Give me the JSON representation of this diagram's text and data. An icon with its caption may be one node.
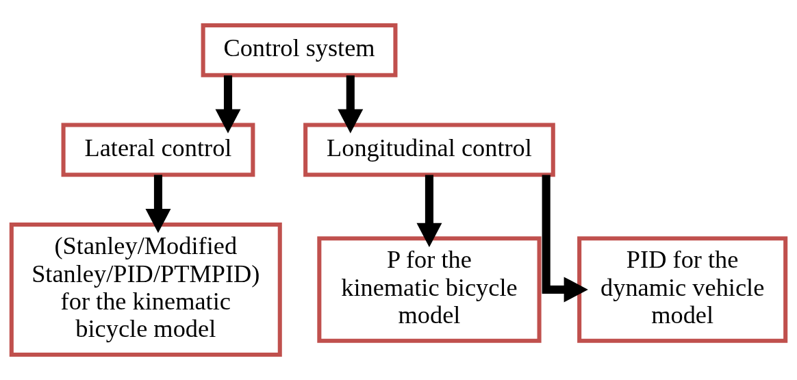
{
  "diagram": {
    "nodes": [
      {
        "text": [
          "Control system"
        ]
      },
      {
        "text": [
          "Lateral control"
        ]
      },
      {
        "text": [
          "Longitudinal control"
        ]
      },
      {
        "text": [
          "(Stanley/Modified Stanley/PID/PTMPID) for the kinematic bicycle model"
        ]
      },
      {
        "text": [
          "P for the kinematic bicycle model"
        ]
      },
      {
        "text": [
          "PID for the dynamic vehicle model"
        ]
      }
    ],
    "edges": [
      {
        "from": 0,
        "to": 1,
        "arrow": "to"
      },
      {
        "from": 0,
        "to": 2,
        "arrow": "to"
      },
      {
        "from": 1,
        "to": 3,
        "arrow": "to"
      },
      {
        "from": 2,
        "to": 4,
        "arrow": "to"
      },
      {
        "from": 2,
        "to": 5,
        "arrow": "to"
      }
    ]
  }
}
